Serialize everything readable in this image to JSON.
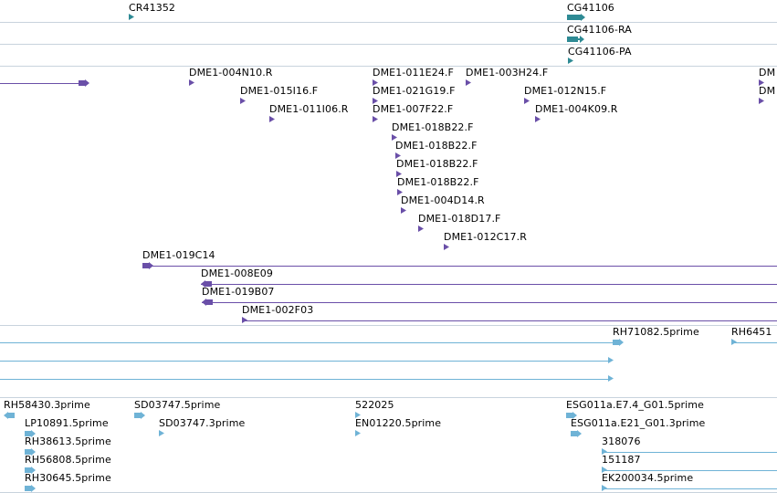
{
  "colors": {
    "teal": "#2e8a94",
    "purple": "#6a4fa8",
    "blue": "#6fb3d6",
    "divider": "#c8d3dd"
  },
  "tracks": [
    {
      "id": "track-cr",
      "features": [
        {
          "label": "CR41352",
          "color": "teal",
          "icon": "arrow-right-icon"
        },
        {
          "label": "CG41106",
          "color": "teal",
          "icon": "gene-box-icon"
        }
      ]
    },
    {
      "id": "track-cg-ra",
      "features": [
        {
          "label": "CG41106-RA",
          "color": "teal",
          "icon": "arrow-right-icon"
        }
      ]
    },
    {
      "id": "track-cg-pa",
      "features": [
        {
          "label": "CG41106-PA",
          "color": "teal",
          "icon": "arrow-right-icon"
        }
      ]
    },
    {
      "id": "track-dme",
      "features": [
        {
          "label": "",
          "color": "purple",
          "icon": "arrow-right-icon"
        },
        {
          "label": "DME1-004N10.R",
          "color": "purple",
          "icon": "arrow-right-icon"
        },
        {
          "label": "DME1-011E24.F",
          "color": "purple",
          "icon": "arrow-right-icon"
        },
        {
          "label": "DME1-003H24.F",
          "color": "purple",
          "icon": "arrow-right-icon"
        },
        {
          "label": "DM",
          "color": "purple",
          "icon": "arrow-right-icon"
        },
        {
          "label": "DME1-015I16.F",
          "color": "purple",
          "icon": "arrow-right-icon"
        },
        {
          "label": "DME1-021G19.F",
          "color": "purple",
          "icon": "arrow-right-icon"
        },
        {
          "label": "DME1-012N15.F",
          "color": "purple",
          "icon": "arrow-right-icon"
        },
        {
          "label": "DM",
          "color": "purple",
          "icon": "arrow-right-icon"
        },
        {
          "label": "DME1-011I06.R",
          "color": "purple",
          "icon": "arrow-right-icon"
        },
        {
          "label": "DME1-007F22.F",
          "color": "purple",
          "icon": "arrow-right-icon"
        },
        {
          "label": "DME1-004K09.R",
          "color": "purple",
          "icon": "arrow-right-icon"
        },
        {
          "label": "DME1-018B22.F",
          "color": "purple",
          "icon": "arrow-right-icon"
        },
        {
          "label": "DME1-018B22.F",
          "color": "purple",
          "icon": "arrow-right-icon"
        },
        {
          "label": "DME1-018B22.F",
          "color": "purple",
          "icon": "arrow-right-icon"
        },
        {
          "label": "DME1-018B22.F",
          "color": "purple",
          "icon": "arrow-right-icon"
        },
        {
          "label": "DME1-004D14.R",
          "color": "purple",
          "icon": "arrow-right-icon"
        },
        {
          "label": "DME1-018D17.F",
          "color": "purple",
          "icon": "arrow-right-icon"
        },
        {
          "label": "DME1-012C17.R",
          "color": "purple",
          "icon": "arrow-right-icon"
        },
        {
          "label": "DME1-019C14",
          "color": "purple",
          "icon": "arrow-right-icon"
        },
        {
          "label": "DME1-008E09",
          "color": "purple",
          "icon": "arrow-left-icon"
        },
        {
          "label": "DME1-019B07",
          "color": "purple",
          "icon": "arrow-left-icon"
        },
        {
          "label": "DME1-002F03",
          "color": "purple",
          "icon": "arrow-right-icon"
        }
      ]
    },
    {
      "id": "track-rh",
      "features": [
        {
          "label": "RH71082.5prime",
          "color": "blue",
          "icon": "arrow-right-icon"
        },
        {
          "label": "RH6451",
          "color": "blue",
          "icon": "arrow-right-icon"
        },
        {
          "label": "",
          "color": "blue",
          "icon": "arrow-right-icon"
        },
        {
          "label": "",
          "color": "blue",
          "icon": "arrow-right-icon"
        }
      ]
    },
    {
      "id": "track-est",
      "features": [
        {
          "label": "RH58430.3prime",
          "color": "blue",
          "icon": "arrow-left-icon"
        },
        {
          "label": "SD03747.5prime",
          "color": "blue",
          "icon": "arrow-right-icon"
        },
        {
          "label": "522025",
          "color": "blue",
          "icon": "arrow-right-icon"
        },
        {
          "label": "ESG011a.E7.4_G01.5prime",
          "color": "blue",
          "icon": "arrow-right-icon"
        },
        {
          "label": "LP10891.5prime",
          "color": "blue",
          "icon": "arrow-right-icon"
        },
        {
          "label": "SD03747.3prime",
          "color": "blue",
          "icon": "arrow-right-icon"
        },
        {
          "label": "EN01220.5prime",
          "color": "blue",
          "icon": "arrow-right-icon"
        },
        {
          "label": "ESG011a.E21_G01.3prime",
          "color": "blue",
          "icon": "arrow-right-icon"
        },
        {
          "label": "RH38613.5prime",
          "color": "blue",
          "icon": "arrow-right-icon"
        },
        {
          "label": "318076",
          "color": "blue",
          "icon": "arrow-right-icon"
        },
        {
          "label": "RH56808.5prime",
          "color": "blue",
          "icon": "arrow-right-icon"
        },
        {
          "label": "151187",
          "color": "blue",
          "icon": "arrow-right-icon"
        },
        {
          "label": "RH30645.5prime",
          "color": "blue",
          "icon": "arrow-right-icon"
        },
        {
          "label": "EK200034.5prime",
          "color": "blue",
          "icon": "arrow-right-icon"
        }
      ]
    }
  ]
}
